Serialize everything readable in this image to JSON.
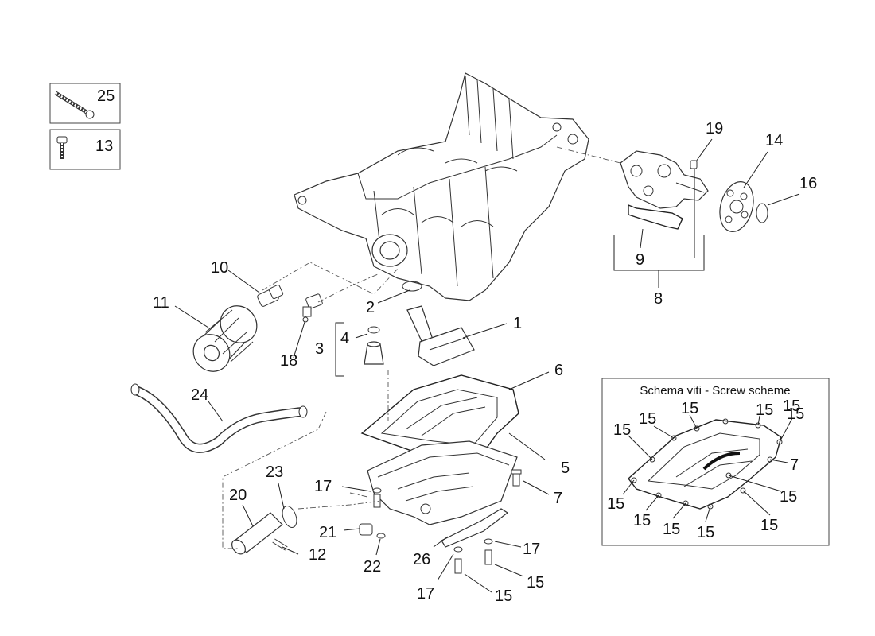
{
  "inset": {
    "title": "Schema viti - Screw scheme"
  },
  "legend_boxes": [
    {
      "label": "25",
      "icon": "long-bolt-icon"
    },
    {
      "label": "13",
      "icon": "short-screw-icon"
    }
  ],
  "callouts": {
    "c1": "1",
    "c2": "2",
    "c3": "3",
    "c4": "4",
    "c5": "5",
    "c6": "6",
    "c7a": "7",
    "c8": "8",
    "c9": "9",
    "c10": "10",
    "c11": "11",
    "c12": "12",
    "c14": "14",
    "c15a": "15",
    "c15b": "15",
    "c16": "16",
    "c17a": "17",
    "c17b": "17",
    "c17c": "17",
    "c18": "18",
    "c19": "19",
    "c20": "20",
    "c21": "21",
    "c22": "22",
    "c23": "23",
    "c24": "24",
    "c26": "26"
  },
  "inset_callouts": {
    "i1": "15",
    "i2": "15",
    "i3": "15",
    "i4": "15",
    "i5": "15",
    "i6": "15",
    "i7": "7",
    "i8": "15",
    "i9": "15",
    "i10": "15",
    "i11": "15",
    "i12": "15",
    "i13": "15"
  }
}
